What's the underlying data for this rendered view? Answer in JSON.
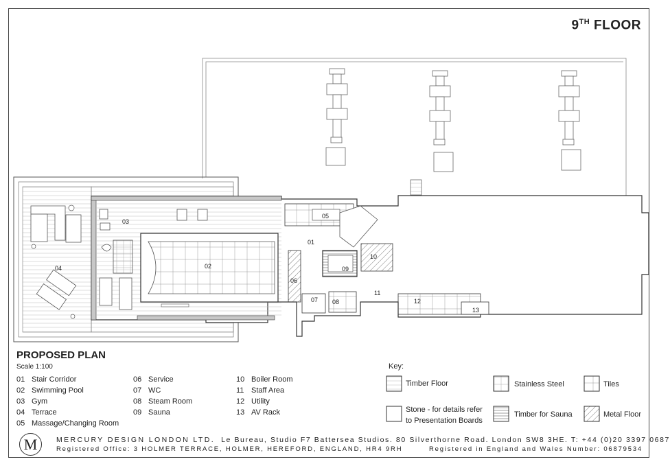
{
  "floor_title": {
    "main": "9",
    "sup": "TH",
    "rest": " FLOOR"
  },
  "plan": {
    "title": "PROPOSED PLAN",
    "scale": "Scale 1:100"
  },
  "rooms_on_plan": [
    {
      "id": "01"
    },
    {
      "id": "02"
    },
    {
      "id": "03"
    },
    {
      "id": "04"
    },
    {
      "id": "05"
    },
    {
      "id": "06"
    },
    {
      "id": "07"
    },
    {
      "id": "08"
    },
    {
      "id": "09"
    },
    {
      "id": "10"
    },
    {
      "id": "11"
    },
    {
      "id": "12"
    },
    {
      "id": "13"
    }
  ],
  "legend": [
    {
      "num": "01",
      "name": "Stair Corridor"
    },
    {
      "num": "02",
      "name": "Swimming Pool"
    },
    {
      "num": "03",
      "name": "Gym"
    },
    {
      "num": "04",
      "name": "Terrace"
    },
    {
      "num": "05",
      "name": "Massage/Changing Room"
    },
    {
      "num": "06",
      "name": "Service"
    },
    {
      "num": "07",
      "name": "WC"
    },
    {
      "num": "08",
      "name": "Steam Room"
    },
    {
      "num": "09",
      "name": "Sauna"
    },
    {
      "num": "10",
      "name": "Boiler Room"
    },
    {
      "num": "11",
      "name": "Staff Area"
    },
    {
      "num": "12",
      "name": "Utility"
    },
    {
      "num": "13",
      "name": "AV Rack"
    }
  ],
  "key": {
    "title": "Key:",
    "items": [
      {
        "label": "Timber Floor",
        "pattern": "timber"
      },
      {
        "label": "Stainless Steel",
        "pattern": "steel"
      },
      {
        "label": "Tiles",
        "pattern": "tiles"
      },
      {
        "label": "Stone - for details refer",
        "label2": "to Presentation Boards",
        "pattern": "stone"
      },
      {
        "label": "Timber for Sauna",
        "pattern": "sauna"
      },
      {
        "label": "Metal Floor",
        "pattern": "metal"
      }
    ]
  },
  "footer": {
    "logo_letter": "M",
    "company": "MERCURY DESIGN LONDON LTD.",
    "address": "Le Bureau, Studio F7 Battersea Studios. 80 Silverthorne Road. London SW8 3HE.  T: +44 (0)20 3397 0687",
    "registered_office": "Registered Office: 3 HOLMER TERRACE, HOLMER, HEREFORD, ENGLAND, HR4 9RH",
    "registration": "Registered in England and Wales Number: 06879534"
  }
}
